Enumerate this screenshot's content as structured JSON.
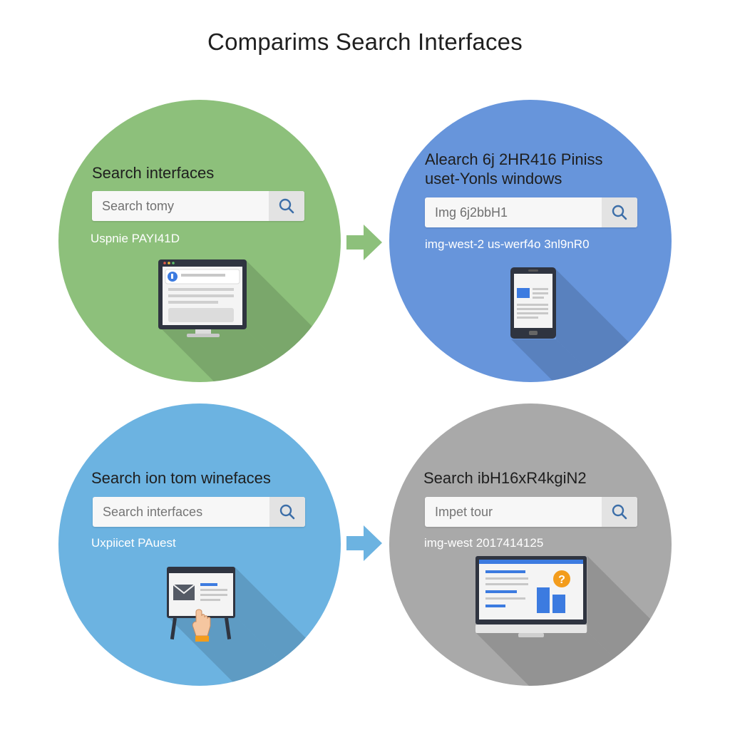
{
  "title": "Comparims Search Interfaces",
  "panels": [
    {
      "color": "#8dc07b",
      "heading": "Search interfaces",
      "search_value": "Search tomy",
      "subtext": "Uspnie PAYI41D",
      "device": "desktop-monitor"
    },
    {
      "color": "#6795db",
      "heading_line1": "Alearch 6j 2HR416 Piniss",
      "heading_line2": "uset-Yonls windows",
      "search_value": "Img 6j2bbH1",
      "subtext": "img-west-2  us-werf4o 3nl9nR0",
      "device": "mobile-phone"
    },
    {
      "color": "#6cb3e1",
      "heading": "Search ion tom winefaces",
      "search_placeholder": "Search interfaces",
      "subtext": "Uxpiicet PAuest",
      "device": "touch-kiosk"
    },
    {
      "color": "#a9a9a9",
      "heading": "Search ibH16xR4kgiN2",
      "search_placeholder": "Impet tour",
      "subtext": "img-west 2017414125",
      "device": "desktop-dashboard"
    }
  ],
  "icons": {
    "search": "search-icon",
    "arrow": "arrow-right-icon",
    "help": "question-mark-icon"
  },
  "accent_colors": {
    "google_blue": "#3c7be0",
    "alert_orange": "#f39c1c"
  }
}
